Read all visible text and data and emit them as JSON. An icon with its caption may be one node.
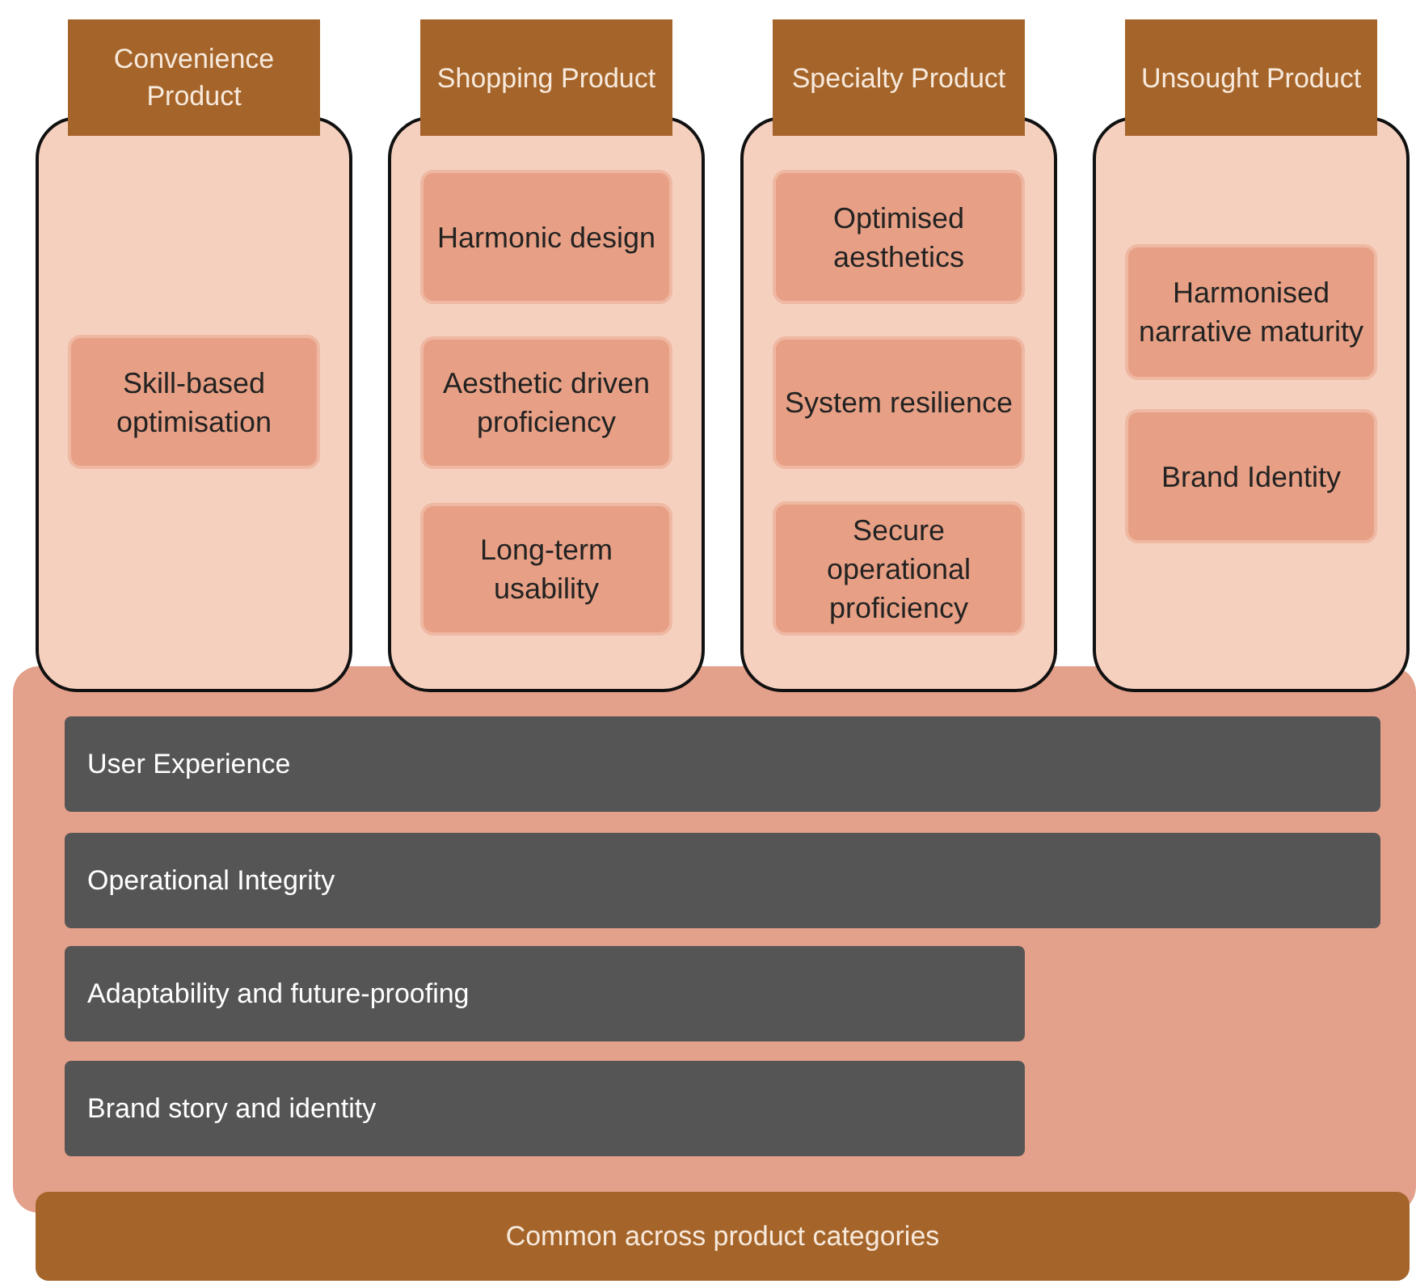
{
  "diagram": {
    "nodes": [
      {
        "text": [
          "Convenience Product"
        ]
      },
      {
        "text": [
          "Skill-based optimisation"
        ],
        "in": 0
      },
      {
        "text": [
          "Shopping Product"
        ]
      },
      {
        "text": [
          "Harmonic design"
        ],
        "in": 2
      },
      {
        "text": [
          "Aesthetic driven proficiency"
        ],
        "in": 2
      },
      {
        "text": [
          "Long-term usability"
        ],
        "in": 2
      },
      {
        "text": [
          "Specialty Product"
        ]
      },
      {
        "text": [
          "Optimised aesthetics"
        ],
        "in": 6
      },
      {
        "text": [
          "System resilience"
        ],
        "in": 6
      },
      {
        "text": [
          "Secure operational proficiency"
        ],
        "in": 6
      },
      {
        "text": [
          "Unsought Product"
        ]
      },
      {
        "text": [
          "Harmonised narrative maturity"
        ],
        "in": 10
      },
      {
        "text": [
          "Brand Identity"
        ],
        "in": 10
      },
      {
        "text": [],
        "shape": "box"
      },
      {
        "text": [
          "User Experience"
        ],
        "in": 13
      },
      {
        "text": [
          "Operational Integrity"
        ],
        "in": 13
      },
      {
        "text": [
          "Adaptability and future-proofing"
        ],
        "in": 13
      },
      {
        "text": [
          "Brand story and identity"
        ],
        "in": 13
      },
      {
        "text": [
          "Common across product categories"
        ]
      }
    ]
  }
}
